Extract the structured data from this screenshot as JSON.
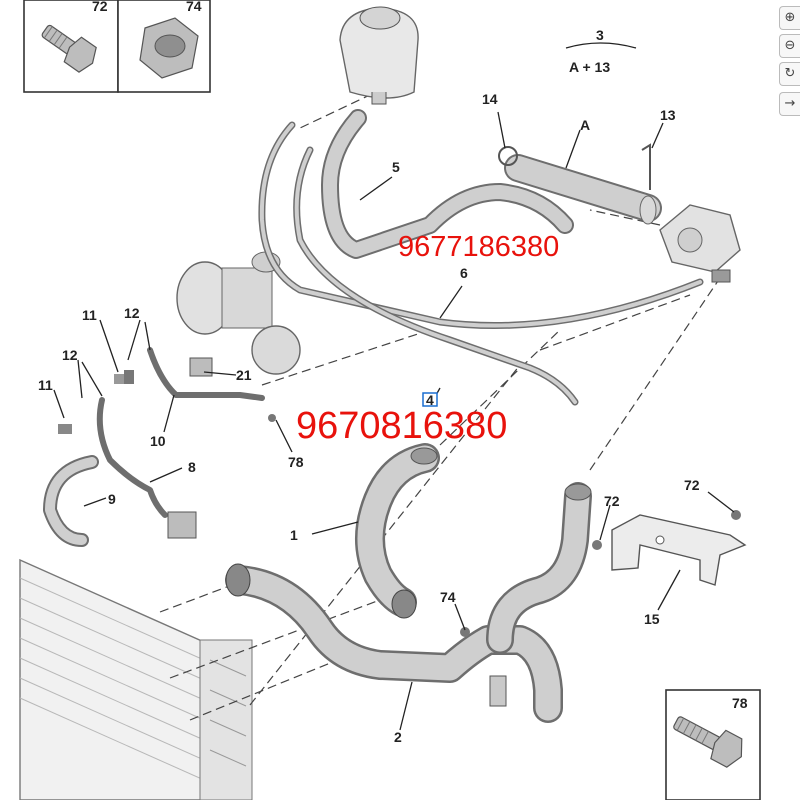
{
  "labels": {
    "l1": "1",
    "l2": "2",
    "l3": "3",
    "l3sub": "A + 13",
    "l4": "4",
    "l5": "5",
    "l6": "6",
    "l8": "8",
    "l9": "9",
    "l10": "10",
    "l11a": "11",
    "l11b": "11",
    "l12a": "12",
    "l12b": "12",
    "l13": "13",
    "l14": "14",
    "l15": "15",
    "l21": "21",
    "lA": "A",
    "l72": "72",
    "l72b": "72",
    "l74": "74",
    "l78": "78"
  },
  "insets": {
    "i72": "72",
    "i74": "74",
    "i78": "78"
  },
  "part_numbers": {
    "p1": "9677186380",
    "p2": "9670816380"
  },
  "toolbar": {
    "zoom_in": "⊕",
    "zoom_out": "⊖",
    "rotate": "↻",
    "next": "→"
  }
}
